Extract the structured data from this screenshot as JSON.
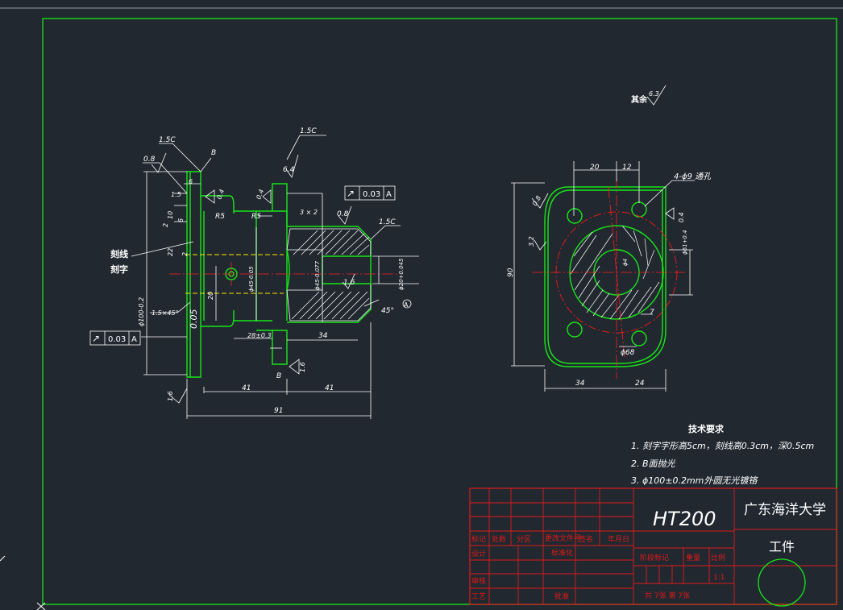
{
  "drawing": {
    "left_view": {
      "chamfer_top_left": "1.5C",
      "chamfer_top_right": "1.5C",
      "chamfer_right": "1.5C",
      "rough_08_left": "0.8",
      "rough_08_mid": "0.8",
      "rough_64": "6.4",
      "rough_04_a": "0.4",
      "rough_04_b": "0.4",
      "rough_16_mid": "1.6",
      "rough_16_bot": "1.6",
      "rough_16_b": "1.6",
      "label_b_top": "B",
      "label_b_bot": "B",
      "dim_6_top": "6",
      "dim_6_mid": "6",
      "dim_15": "1.5",
      "dim_10": "10",
      "dim_2a": "2",
      "dim_22": "22",
      "dim_2b": "2",
      "dim_20": "20",
      "dim_r5_a": "R5",
      "dim_r5_b": "R5",
      "dim_3x2": "3 × 2",
      "dim_dia45a": "ϕ45-0.05",
      "dim_dia45b": "ϕ45-0.077",
      "dim_dia20": "ϕ20+0.045",
      "dim_45deg": "45°",
      "datum_a": "A",
      "dim_28": "28±0.3",
      "dim_34_left": "34",
      "dim_41_a": "41",
      "dim_41_b": "41",
      "dim_91": "91",
      "dim_dia100": "ϕ100-0.2",
      "chamfer_15x45": "1.5×45°",
      "dim_005": "0.05",
      "tol_frame_top": {
        "sym": "↗",
        "val": "0.03",
        "ref": "A"
      },
      "tol_frame_bot": {
        "sym": "↗",
        "val": "0.03",
        "ref": "A"
      },
      "label_kexian": "刻线",
      "label_kezi": "刻字"
    },
    "right_view": {
      "dim_20": "20",
      "dim_12": "12",
      "holes_note": "4-ϕ9 通孔",
      "rough_04": "0.4",
      "rough_08": "0.8",
      "rough_32": "3.2",
      "dim_90": "90",
      "dim_dia61": "ϕ61+0.4",
      "dim_dia4": "ϕ4",
      "dim_7": "7",
      "dim_dia68": "ϕ68",
      "dim_34": "34",
      "dim_24": "24"
    },
    "surface_other": {
      "label": "其余",
      "value": "6.3"
    },
    "tech_req": {
      "title": "技术要求",
      "items": [
        "1. 刻字字形高5cm，刻线高0.3cm，深0.5cm",
        "2. B面抛光",
        "3. ϕ100±0.2mm外圆无光镀铬"
      ]
    }
  },
  "title_block": {
    "material": "HT200",
    "school": "广东海洋大学",
    "part_name": "工件",
    "headers": [
      "标记",
      "处数",
      "分区",
      "更改文件号",
      "签名",
      "年月日"
    ],
    "design": "设计",
    "standardized": "标准化",
    "review": "审核",
    "process": "工艺",
    "approve": "批准",
    "stage": "阶段标记",
    "weight": "重量",
    "scale_label": "比例",
    "scale": "1:1",
    "sheets": "共 7张  第 7张"
  }
}
